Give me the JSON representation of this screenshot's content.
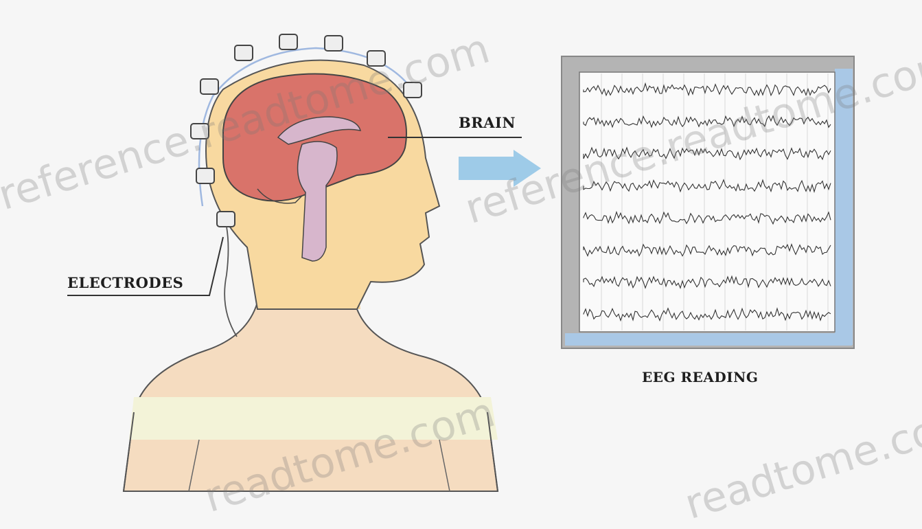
{
  "labels": {
    "brain": "BRAIN",
    "electrodes": "ELECTRODES",
    "eeg_reading": "EEG READING"
  },
  "watermarks": [
    "reference.readtome.com",
    "reference.readtome.com",
    "readtome.com",
    "readtome.com"
  ],
  "colors": {
    "background": "#f6f6f6",
    "skin": "#f8d9a0",
    "shoulders": "#f5dcc0",
    "chest": "#f3f3d8",
    "brain": "#d9736a",
    "brainstem": "#d7b6cc",
    "arrow": "#9ecbe8",
    "monitor_frame": "#b4b4b4",
    "monitor_accent": "#a9c8e6",
    "trace": "#333333"
  },
  "icons": [
    "electrode-icon",
    "arrow-right-icon"
  ]
}
